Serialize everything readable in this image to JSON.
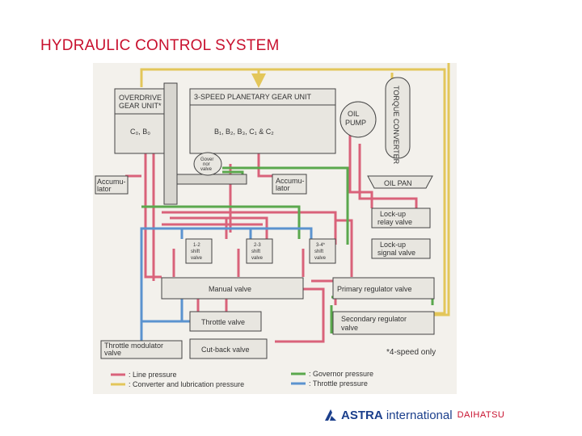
{
  "title": "HYDRAULIC CONTROL SYSTEM",
  "blocks": {
    "overdrive_l1": "OVERDRIVE",
    "overdrive_l2": "GEAR UNIT*",
    "overdrive_sub": "C₀, B₀",
    "planetary": "3-SPEED PLANETARY GEAR UNIT",
    "planetary_sub": "B₁, B₂, B₃, C₁ & C₂",
    "oil_pump_l1": "OIL",
    "oil_pump_l2": "PUMP",
    "torque_converter": "TORQUE CONVERTER",
    "oil_pan": "OIL PAN",
    "governor_l1": "Gover",
    "governor_l2": "nor",
    "governor_l3": "valve",
    "accumulator_left_l1": "Accumu-",
    "accumulator_left_l2": "lator",
    "accumulator_right_l1": "Accumu-",
    "accumulator_right_l2": "lator",
    "lockup_relay_l1": "Lock-up",
    "lockup_relay_l2": "relay valve",
    "lockup_signal_l1": "Lock-up",
    "lockup_signal_l2": "signal valve",
    "shift12_l1": "1-2",
    "shift23_l1": "2-3",
    "shift34_l1": "3-4*",
    "shift_l2": "shift",
    "shift_l3": "valve",
    "manual_valve": "Manual valve",
    "primary_regulator": "Primary regulator valve",
    "throttle_valve": "Throttle valve",
    "secondary_regulator_l1": "Secondary regulator",
    "secondary_regulator_l2": "valve",
    "throttle_modulator_l1": "Throttle modulator",
    "throttle_modulator_l2": "valve",
    "cutback_valve": "Cut-back valve"
  },
  "legend": {
    "line_pressure": ": Line pressure",
    "converter_lubrication": ": Converter and lubrication pressure",
    "governor_pressure": ": Governor pressure",
    "throttle_pressure": ": Throttle pressure"
  },
  "footnote": "*4-speed only",
  "logo": {
    "brand_bold": "ASTRA",
    "brand_thin": " international",
    "partner": "DAIHATSU"
  },
  "colors": {
    "line_pressure": "#d9627a",
    "converter_lubrication": "#e3c65a",
    "governor_pressure": "#5aa84d",
    "throttle_pressure": "#5b93cf",
    "title": "#c8102e",
    "logo_blue": "#1b3f8c"
  }
}
